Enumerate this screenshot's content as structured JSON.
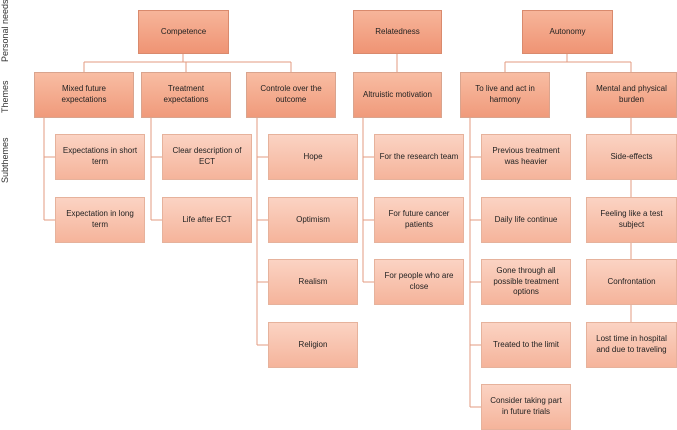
{
  "side_labels": {
    "personal_needs": "Personal needs",
    "themes": "Themes",
    "subthemes": "Subthemes"
  },
  "needs": [
    {
      "label": "Competence",
      "themes": [
        {
          "label": "Mixed future expectations",
          "subthemes": [
            "Expectations in short term",
            "Expectation in long term"
          ]
        },
        {
          "label": "Treatment expectations",
          "subthemes": [
            "Clear description of ECT",
            "Life after ECT"
          ]
        },
        {
          "label": "Controle over the outcome",
          "subthemes": [
            "Hope",
            "Optimism",
            "Realism",
            "Religion"
          ]
        }
      ]
    },
    {
      "label": "Relatedness",
      "themes": [
        {
          "label": "Altruistic motivation",
          "subthemes": [
            "For the research team",
            "For future cancer patients",
            "For people who are close"
          ]
        }
      ]
    },
    {
      "label": "Autonomy",
      "themes": [
        {
          "label": "To live and act in harmony",
          "subthemes": [
            "Previous treatment was heavier",
            "Daily life continue",
            "Gone through all possible treatment options",
            "Treated to the limit",
            "Consider taking part in future trials"
          ]
        },
        {
          "label": "Mental and physical burden",
          "subthemes": [
            "Side-effects",
            "Feeling like a test subject",
            "Confrontation",
            "Lost time in hospital and due to traveling"
          ]
        }
      ]
    }
  ]
}
